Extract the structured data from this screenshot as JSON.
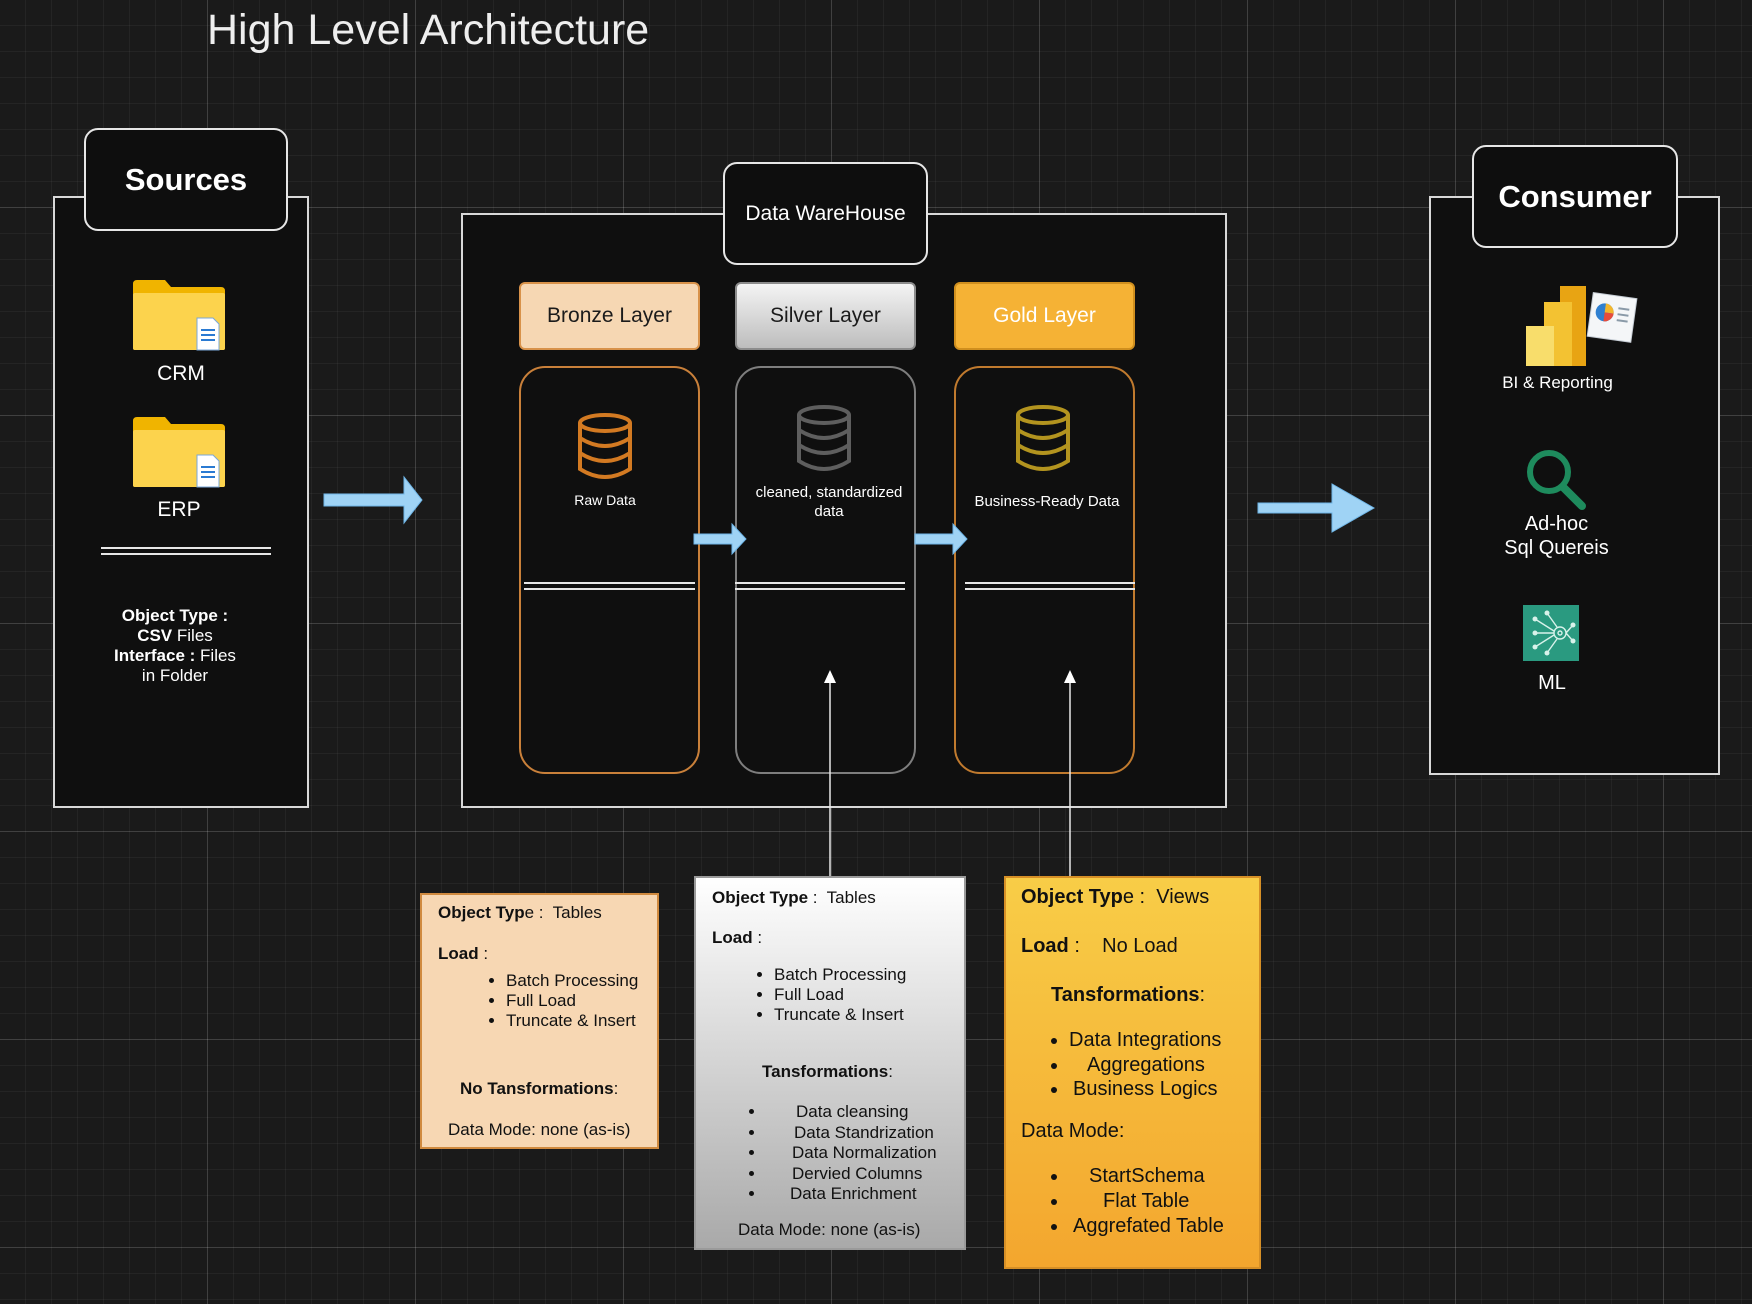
{
  "title": "High Level Architecture",
  "sources": {
    "header": "Sources",
    "items": [
      {
        "label": "CRM",
        "icon": "folder-icon"
      },
      {
        "label": "ERP",
        "icon": "folder-icon"
      }
    ],
    "object_type_label": "Object Type :",
    "object_type_bold": "CSV",
    "object_type_value": "Files",
    "interface_label": "Interface :",
    "interface_value": "Files",
    "interface_value2": "in Folder"
  },
  "warehouse": {
    "header": "Data WareHouse",
    "layers": [
      {
        "name": "Bronze Layer",
        "desc": "Raw Data",
        "color": "#f6d7b3",
        "border": "#c9803a"
      },
      {
        "name": "Silver Layer",
        "desc": "cleaned, standardized data",
        "color": "#cdcdcd",
        "border": "#8a8a8a"
      },
      {
        "name": "Gold Layer",
        "desc": "Business-Ready Data",
        "color": "#f5b235",
        "border": "#d99a3a"
      }
    ]
  },
  "consumer": {
    "header": "Consumer",
    "items": [
      {
        "label": "BI & Reporting",
        "icon": "bar-chart-icon"
      },
      {
        "label_line1": "Ad-hoc",
        "label_line2": "Sql Quereis",
        "icon": "magnifier-icon"
      },
      {
        "label": "ML",
        "icon": "ml-network-icon"
      }
    ]
  },
  "bronze_info": {
    "object_type_label": "Object Typ",
    "object_type_suffix": "e :",
    "object_type_value": "Tables",
    "load_label": "Load",
    "load_suffix": " :",
    "load_items": [
      "Batch Processing",
      "Full Load",
      "Truncate & Insert"
    ],
    "transform_label": "No Tansformations",
    "transform_suffix": ":",
    "data_mode": "Data Mode: none (as-is)"
  },
  "silver_info": {
    "object_type_label": "Object Type",
    "object_type_suffix": " :",
    "object_type_value": "Tables",
    "load_label": "Load",
    "load_suffix": " :",
    "load_items": [
      "Batch Processing",
      "Full Load",
      "Truncate & Insert"
    ],
    "transform_label": "Tansformations",
    "transform_suffix": ":",
    "transform_items": [
      "Data cleansing",
      "Data Standrization",
      "Data Normalization",
      "Dervied Columns",
      "Data Enrichment"
    ],
    "data_mode": "Data Mode: none (as-is)"
  },
  "gold_info": {
    "object_type_label": "Object Typ",
    "object_type_suffix": "e :",
    "object_type_value": "Views",
    "load_label": "Load",
    "load_suffix": " :",
    "load_value": "No Load",
    "transform_label": "Tansformations",
    "transform_suffix": ":",
    "transform_items": [
      "Data Integrations",
      "Aggregations",
      "Business Logics"
    ],
    "data_mode_label": "Data Mode:",
    "data_mode_items": [
      "StartSchema",
      "Flat Table",
      "Aggrefated Table"
    ]
  },
  "colors": {
    "arrow": "#9fd3f5",
    "bronze_note": "#f7d7b3",
    "gold_note_top": "#f8cd47",
    "gold_note_bottom": "#f3a62e"
  }
}
